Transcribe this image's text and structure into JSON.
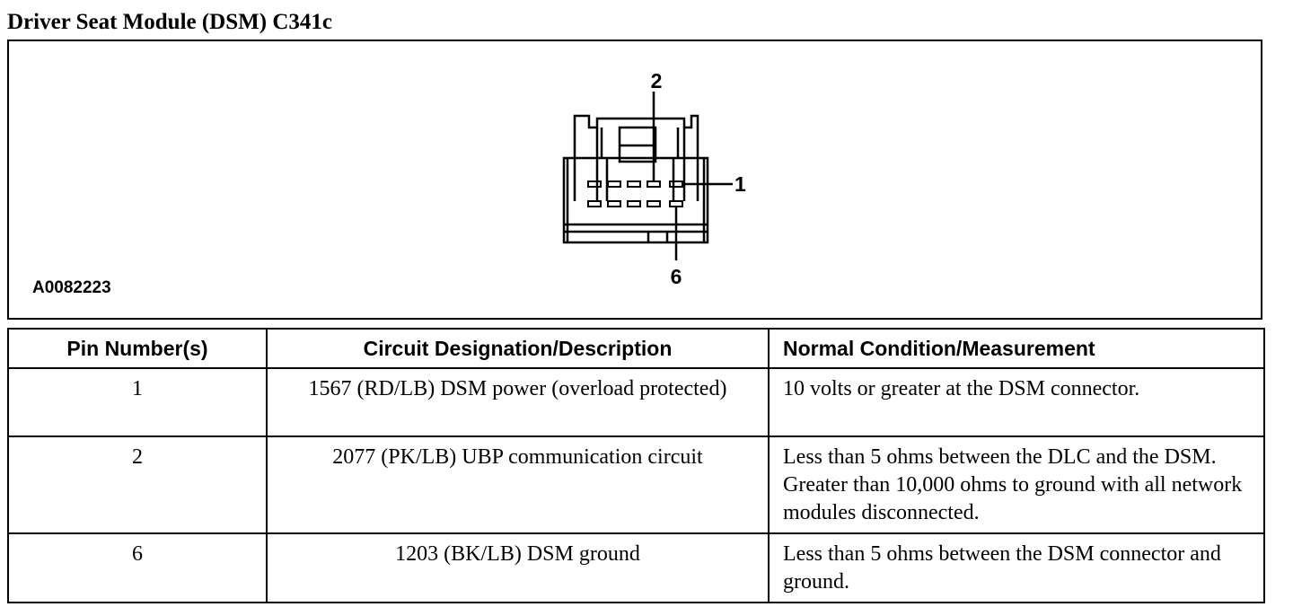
{
  "title": "Driver Seat Module (DSM) C341c",
  "figure": {
    "id": "A0082223",
    "pin_labels": {
      "pin2": "2",
      "pin1": "1",
      "pin6": "6"
    }
  },
  "table": {
    "headers": [
      "Pin Number(s)",
      "Circuit Designation/Description",
      "Normal Condition/Measurement"
    ],
    "rows": [
      {
        "pin": "1",
        "circuit": "1567 (RD/LB) DSM power (overload protected)",
        "condition": "10 volts or greater at the DSM connector."
      },
      {
        "pin": "2",
        "circuit": "2077 (PK/LB) UBP communication circuit",
        "condition": "Less than 5 ohms between the DLC and the DSM. Greater than 10,000 ohms to ground with all network modules disconnected."
      },
      {
        "pin": "6",
        "circuit": "1203 (BK/LB) DSM ground",
        "condition": "Less than 5 ohms between the DSM connector and ground."
      }
    ]
  }
}
